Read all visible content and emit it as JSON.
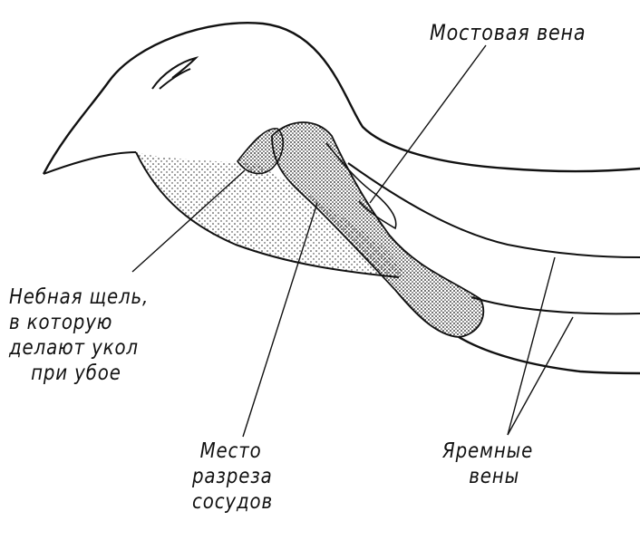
{
  "labels": {
    "bridge_vein": "Мостовая вена",
    "palatal_slit": [
      "Небная щель,",
      "в которую",
      "делают укол",
      "при убое"
    ],
    "cut_site": [
      "Место",
      "разреза",
      "сосудов"
    ],
    "jugular_veins": [
      "Яремные",
      "вены"
    ]
  },
  "colors": {
    "ink": "#111111",
    "background": "#ffffff"
  }
}
